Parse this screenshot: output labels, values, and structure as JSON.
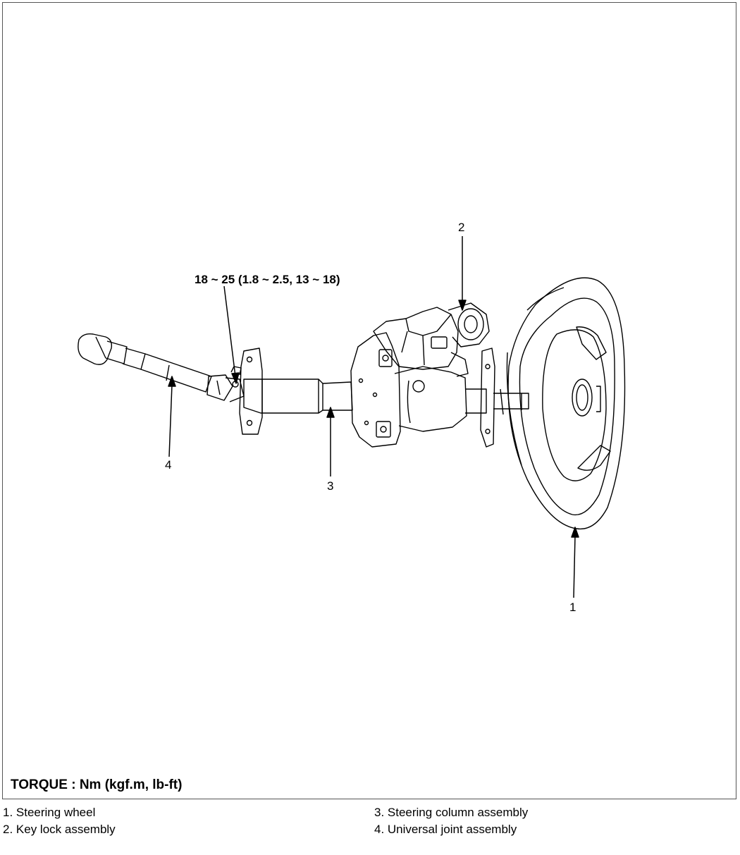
{
  "diagram": {
    "callouts": [
      {
        "id": "c1",
        "label": "1"
      },
      {
        "id": "c2",
        "label": "2"
      },
      {
        "id": "c3",
        "label": "3"
      },
      {
        "id": "c4",
        "label": "4"
      }
    ],
    "torque_spec": "18 ~ 25 (1.8 ~ 2.5, 13 ~ 18)",
    "torque_title": "TORQUE : Nm (kgf.m, lb-ft)",
    "legend": [
      {
        "label": "1. Steering wheel"
      },
      {
        "label": "2. Key lock assembly"
      },
      {
        "label": "3. Steering column assembly"
      },
      {
        "label": "4. Universal joint assembly"
      }
    ],
    "colors": {
      "line": "#000000",
      "background": "#ffffff",
      "frame": "#555555"
    }
  }
}
